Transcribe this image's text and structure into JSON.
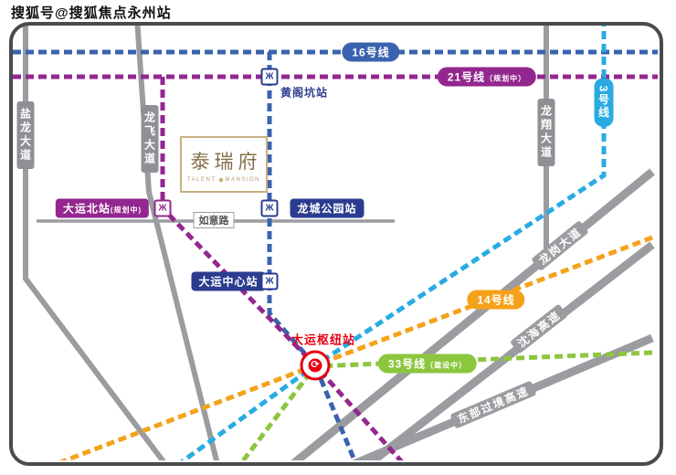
{
  "watermark": "搜狐号@搜狐焦点永州站",
  "project": {
    "name": "泰瑞府",
    "subtitle_left": "TALENT",
    "subtitle_right": "MANSION"
  },
  "metro_lines": {
    "line16": {
      "label": "16号线",
      "color": "#3a63ae"
    },
    "line21": {
      "label": "21号线",
      "suffix": "（规划中）",
      "color": "#93278f"
    },
    "line3": {
      "label": "3号线",
      "color": "#29abe2"
    },
    "line14": {
      "label": "14号线",
      "color": "#f5a21b"
    },
    "line33": {
      "label": "33号线",
      "suffix": "（建设中）",
      "color": "#8cc63f"
    }
  },
  "stations": {
    "huanggekeng": {
      "label": "黄阁坑站"
    },
    "dayunbei": {
      "label": "大运北站",
      "suffix": "(规划中)"
    },
    "longcheng_park": {
      "label": "龙城公园站"
    },
    "dayun_center": {
      "label": "大运中心站"
    },
    "dayun_hub": {
      "label": "大运枢纽站"
    }
  },
  "roads": {
    "yanlong": {
      "label": "盐龙大道"
    },
    "longfei": {
      "label": "龙飞大道"
    },
    "longxiang": {
      "label": "龙翔大道"
    },
    "longgang": {
      "label": "龙岗大道"
    },
    "shenhai": {
      "label": "沈海高速"
    },
    "dongbu": {
      "label": "东部过境高速"
    },
    "ruyi": {
      "label": "如意路"
    }
  },
  "icons": {
    "metro_logo": "Ж",
    "interchange": "⟳"
  },
  "colors": {
    "road": "#9b9ca0",
    "station_box": "#2b3c8f",
    "hub_red": "#e60012",
    "frame": "#4a4b4d",
    "project_gold": "#86704a"
  }
}
